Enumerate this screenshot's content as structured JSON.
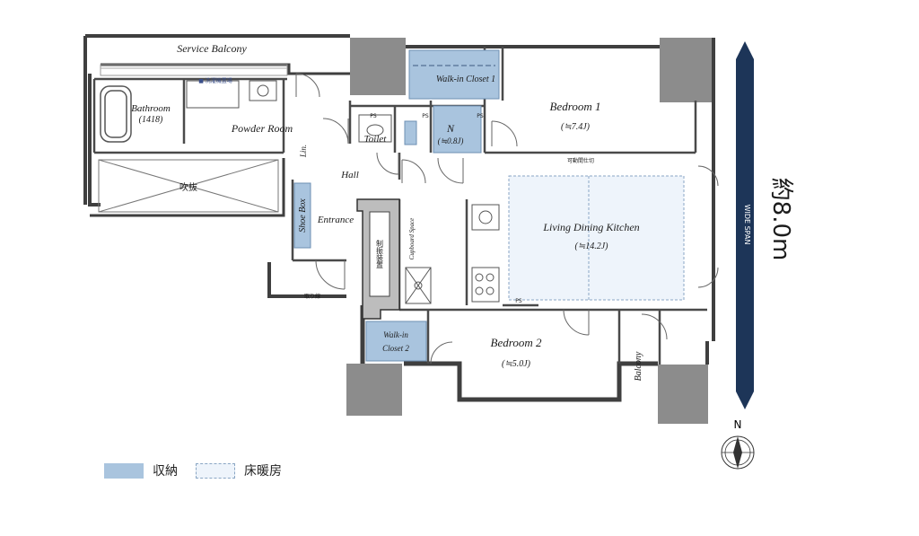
{
  "rooms": {
    "service_balcony": "Service Balcony",
    "bathroom": "Bathroom",
    "bathroom_size": "(1418)",
    "powder_room": "Powder Room",
    "walk_in_closet_1": "Walk-in Closet 1",
    "bedroom_1": "Bedroom 1",
    "bedroom_1_size": "(≒7.4J)",
    "n_room": "N",
    "n_room_size": "(≒0.8J)",
    "toilet": "Toilet",
    "lin": "Lin.",
    "hall": "Hall",
    "fukinuke": "吹抜",
    "shoe_box": "Shoe Box",
    "entrance": "Entrance",
    "seibishitsu": "制振装置",
    "cupboard_space": "Cupboard Space",
    "ldk": "Living Dining Kitchen",
    "ldk_size": "(≒14.2J)",
    "kado_shikiri": "可動間仕切",
    "walk_in_closet_2_a": "Walk-in",
    "walk_in_closet_2_b": "Closet 2",
    "bedroom_2": "Bedroom 2",
    "bedroom_2_size": "(≒5.0J)",
    "balcony": "Balcony",
    "torinori": "取り線",
    "ps": "PS",
    "ps2": "PS",
    "ps3": "PS",
    "ps4": "PS",
    "label_top_strip": "■ 洗濯機置場"
  },
  "span": {
    "main": "約8.0m",
    "sub": "WIDE SPAN"
  },
  "compass": {
    "letter": "N"
  },
  "legend": [
    {
      "label": "収納",
      "color": "#a9c4de",
      "style": "filled"
    },
    {
      "label": "床暖房",
      "color": "#eef4fb",
      "style": "dashed"
    }
  ],
  "colors": {
    "storage": "#a9c4de",
    "floor_heating": "#eef4fb",
    "wall": "#4a4a4a",
    "column": "#8c8c8c",
    "span_arrow": "#1d3558"
  }
}
